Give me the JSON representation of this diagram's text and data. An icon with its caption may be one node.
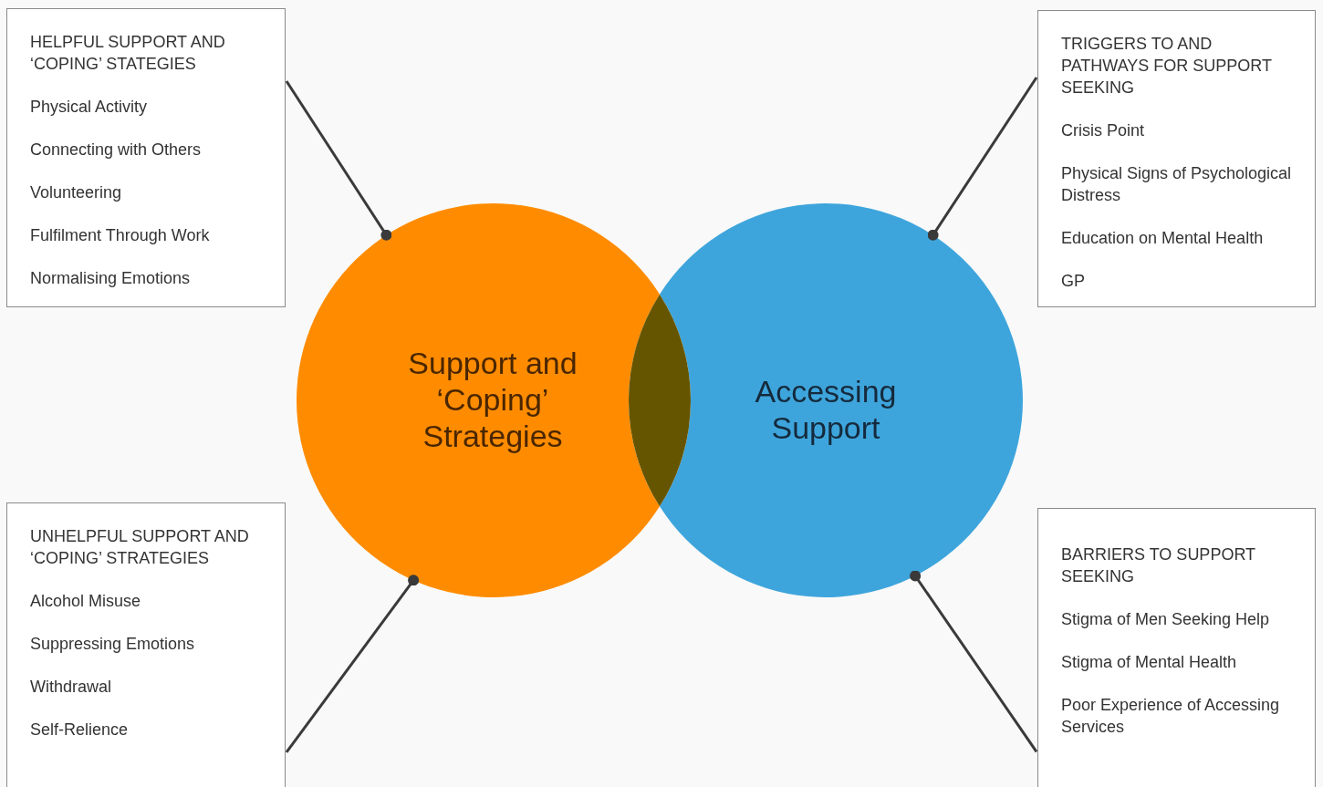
{
  "diagram": {
    "nodes": [
      {
        "text": [
          "HELPFUL SUPPORT AND ‘COPING’ STATEGIES",
          "Physical Activity",
          "Connecting with Others",
          "Volunteering",
          "Fulfilment Through Work",
          "Normalising Emotions"
        ]
      },
      {
        "text": [
          "TRIGGERS TO AND PATHWAYS FOR SUPPORT SEEKING",
          "Crisis Point",
          "Physical Signs of Psychological Distress",
          "Education on Mental Health",
          "GP"
        ]
      },
      {
        "text": [
          "Support and ‘Coping’ Strategies"
        ]
      },
      {
        "text": [
          "Accessing Support"
        ]
      },
      {
        "text": [
          "UNHELPFUL SUPPORT AND ‘COPING’ STRATEGIES",
          "Alcohol Misuse",
          "Suppressing Emotions",
          "Withdrawal",
          "Self-Relience"
        ]
      },
      {
        "text": [
          "BARRIERS TO SUPPORT SEEKING",
          "Stigma of Men Seeking Help",
          "Stigma of Mental Health",
          "Poor Experience of Accessing Services"
        ]
      }
    ],
    "edges": [
      {
        "from": 0,
        "to": 2,
        "arrow": "other"
      },
      {
        "from": 1,
        "to": 3,
        "arrow": "other"
      },
      {
        "from": 4,
        "to": 2,
        "arrow": "other"
      },
      {
        "from": 5,
        "to": 3,
        "arrow": "other"
      }
    ]
  }
}
